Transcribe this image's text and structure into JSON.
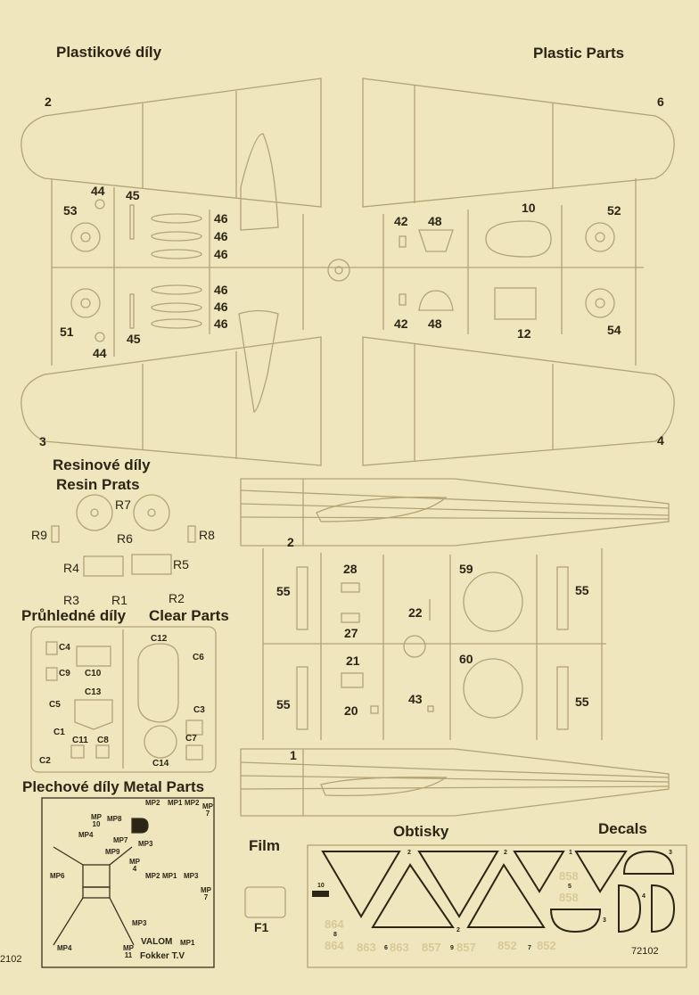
{
  "titles": {
    "plastic_cz": "Plastikové díly",
    "plastic_en": "Plastic Parts",
    "resin_cz": "Resinové díly",
    "resin_en": "Resin Prats",
    "clear_cz": "Průhledné díly",
    "clear_en": "Clear Parts",
    "metal": "Plechové díly Metal Parts",
    "film": "Film",
    "decals_cz": "Obtisky",
    "decals_en": "Decals"
  },
  "sprue1": [
    "2",
    "6",
    "44",
    "45",
    "53",
    "46",
    "46",
    "46",
    "46",
    "46",
    "46",
    "42",
    "48",
    "10",
    "52",
    "51",
    "44",
    "45",
    "42",
    "48",
    "12",
    "54",
    "3",
    "4"
  ],
  "sprue2": [
    "2",
    "28",
    "59",
    "55",
    "55",
    "22",
    "27",
    "21",
    "60",
    "55",
    "55",
    "43",
    "20",
    "1"
  ],
  "resin": [
    "R7",
    "R9",
    "R6",
    "R8",
    "R4",
    "R5",
    "R3",
    "R1",
    "R2"
  ],
  "clear": [
    "C4",
    "C12",
    "C6",
    "C9",
    "C10",
    "C13",
    "C5",
    "C3",
    "C1",
    "C11",
    "C8",
    "C7",
    "C2",
    "C14"
  ],
  "metal": [
    "MP2",
    "MP1",
    "MP2",
    "MP 7",
    "MP 10",
    "MP8",
    "MP4",
    "MP7",
    "MP9",
    "MP3",
    "MP 4",
    "MP6",
    "MP2",
    "MP1",
    "MP3",
    "MP 7",
    "MP3",
    "VALOM",
    "MP1",
    "MP4",
    "MP 11",
    "Fokker T.V"
  ],
  "film_part": "F1",
  "decals": {
    "numbers": [
      "10",
      "2",
      "2",
      "2",
      "1",
      "3",
      "5",
      "4",
      "3",
      "8",
      "6",
      "9",
      "7"
    ],
    "faint": [
      "858",
      "858",
      "864",
      "864",
      "863",
      "863",
      "857",
      "857",
      "852",
      "852"
    ],
    "code": "72102"
  },
  "page_code": "2102",
  "colors": {
    "paper": "#efe6bd",
    "line": "#b8a77a",
    "text": "#2b2515"
  }
}
